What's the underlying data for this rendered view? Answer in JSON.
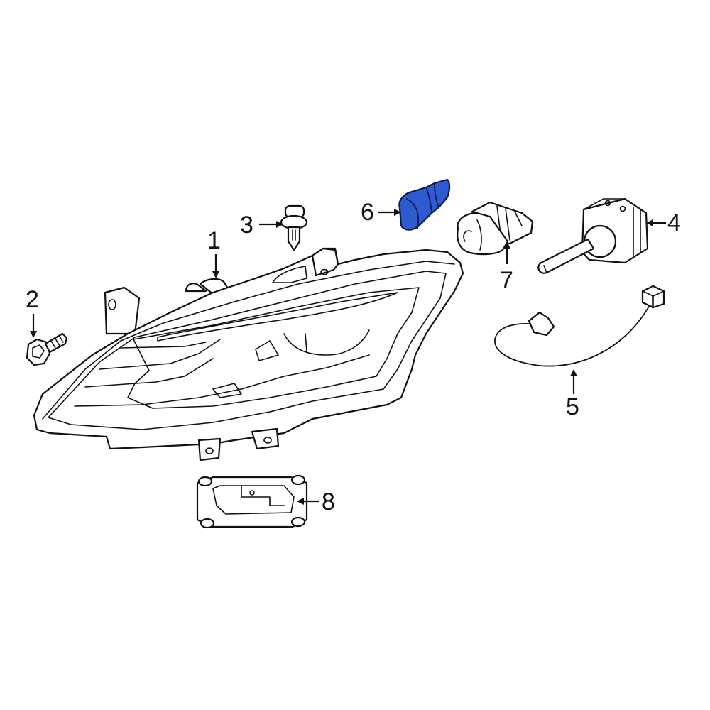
{
  "diagram": {
    "type": "exploded-parts-diagram",
    "subject": "Headlamp assembly",
    "highlight_color": "#2f5bd0",
    "line_color": "#111111",
    "background": "#ffffff",
    "highlighted_part": "6",
    "callouts": [
      {
        "id": "1",
        "label": "1",
        "part": "headlamp-assembly"
      },
      {
        "id": "2",
        "label": "2",
        "part": "mounting-screw"
      },
      {
        "id": "3",
        "label": "3",
        "part": "push-pin-clip"
      },
      {
        "id": "4",
        "label": "4",
        "part": "hid-bulb"
      },
      {
        "id": "5",
        "label": "5",
        "part": "wiring-harness"
      },
      {
        "id": "6",
        "label": "6",
        "part": "wedge-bulb-highlighted"
      },
      {
        "id": "7",
        "label": "7",
        "part": "bulb-socket"
      },
      {
        "id": "8",
        "label": "8",
        "part": "control-module"
      }
    ]
  }
}
